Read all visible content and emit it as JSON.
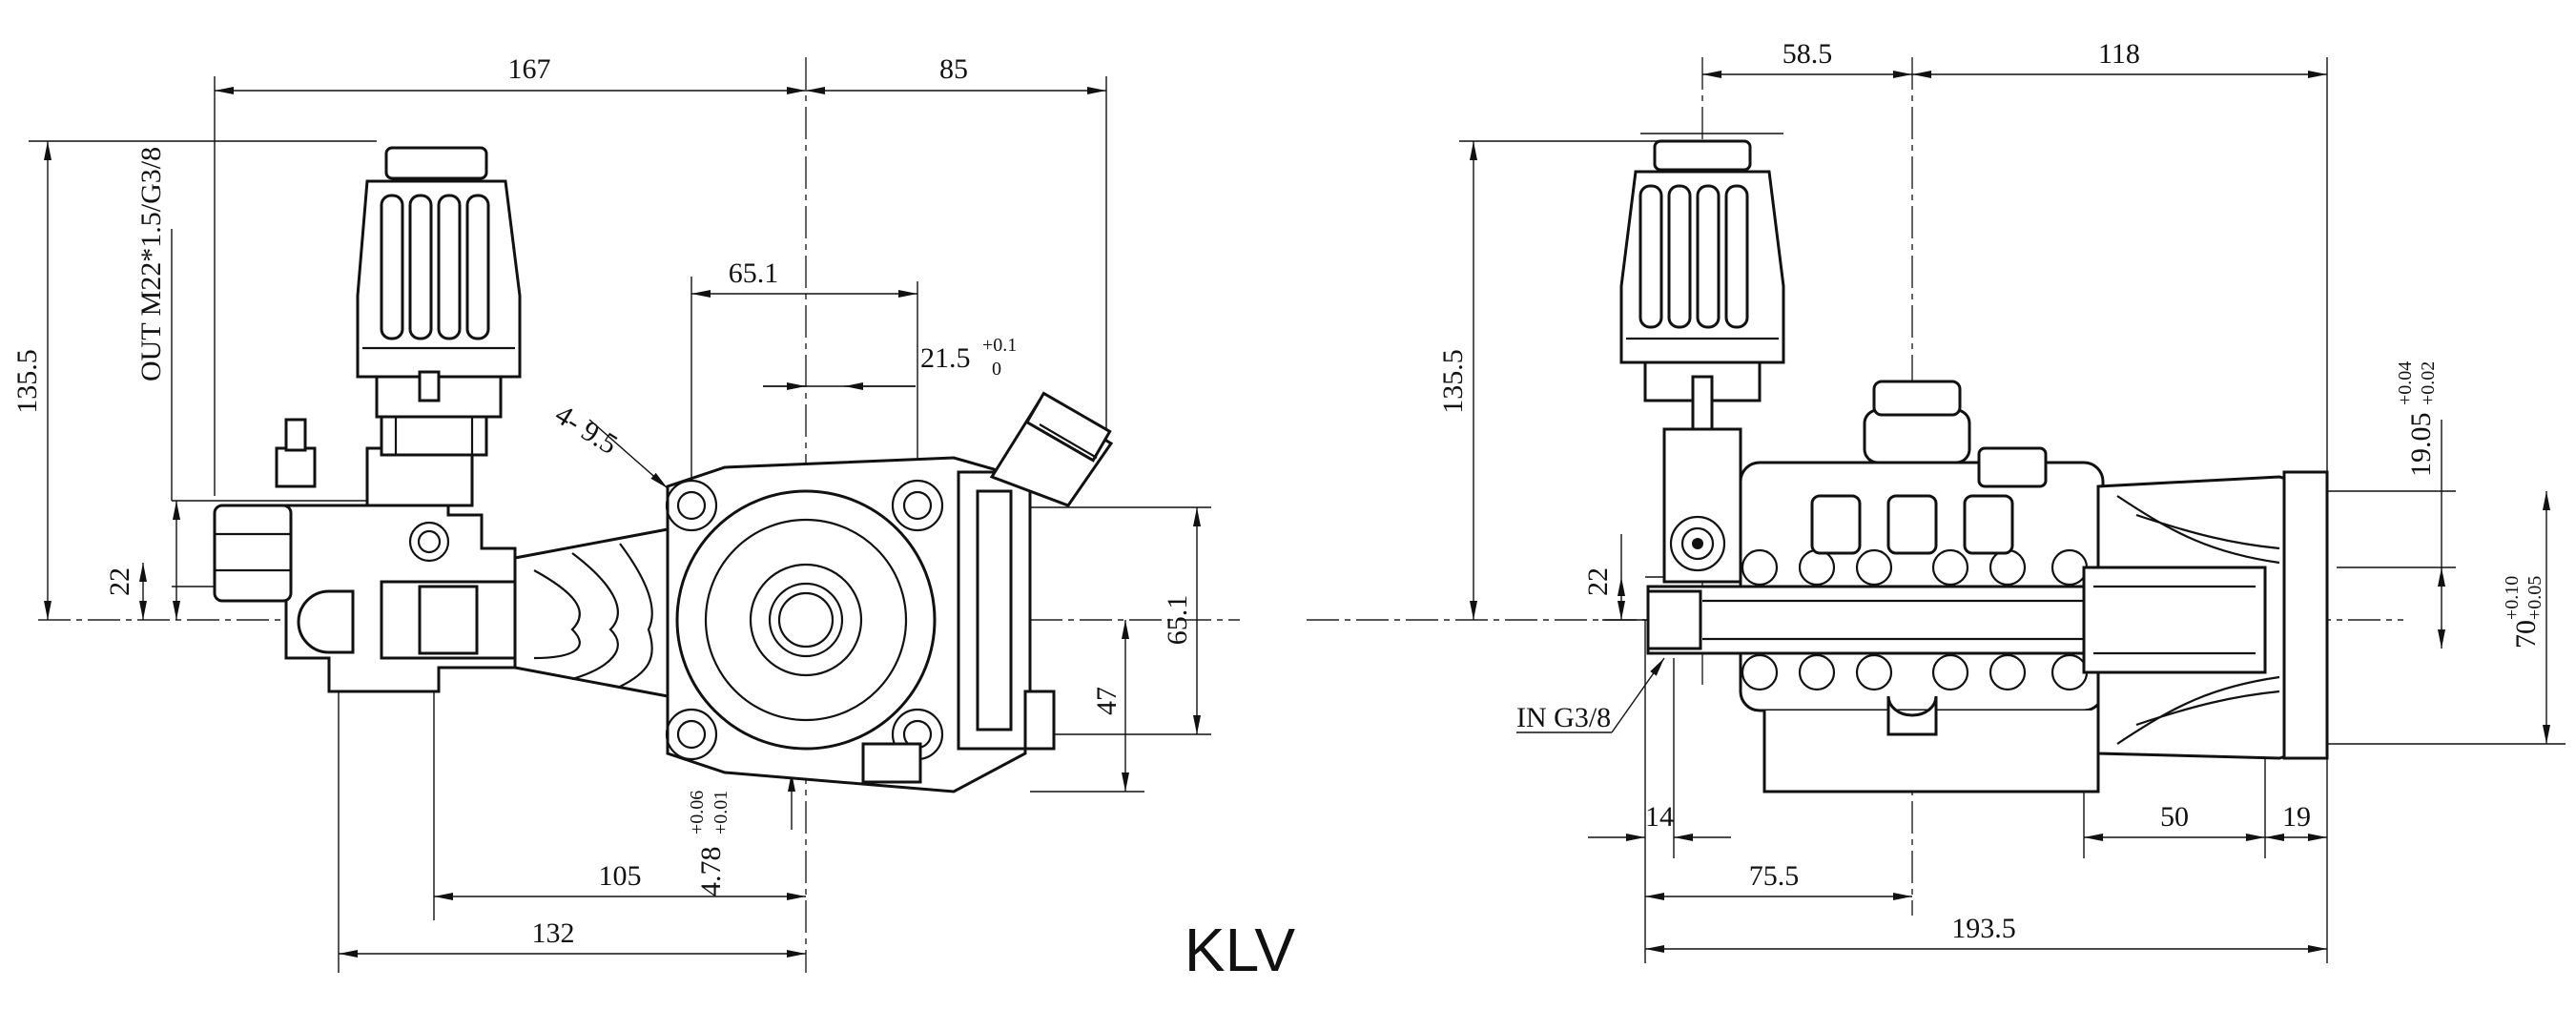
{
  "title": "KLV",
  "side_view": {
    "dims": {
      "d167": "167",
      "d85": "85",
      "d135_5": "135.5",
      "d65_1_top": "65.1",
      "d21_5": "21.5",
      "d21_5_tol_hi": "+0.1",
      "d21_5_tol_lo": "0",
      "holes": "4- 9.5",
      "outlet": "OUT M22*1.5/G3/8",
      "d22": "22",
      "d65_1_right": "65.1",
      "d47": "47",
      "d4_78": "4.78",
      "d4_78_tol_hi": "+0.06",
      "d4_78_tol_lo": "+0.01",
      "d105": "105",
      "d132": "132"
    }
  },
  "front_view": {
    "dims": {
      "d58_5": "58.5",
      "d118": "118",
      "d135_5": "135.5",
      "d19_05": "19.05",
      "d19_05_tol_hi": "+0.04",
      "d19_05_tol_lo": "+0.02",
      "d22": "22",
      "d70": "70",
      "d70_tol_hi": "+0.10",
      "d70_tol_lo": "+0.05",
      "inlet": "IN G3/8",
      "d14": "14",
      "d50": "50",
      "d19": "19",
      "d75_5": "75.5",
      "d193_5": "193.5"
    }
  }
}
